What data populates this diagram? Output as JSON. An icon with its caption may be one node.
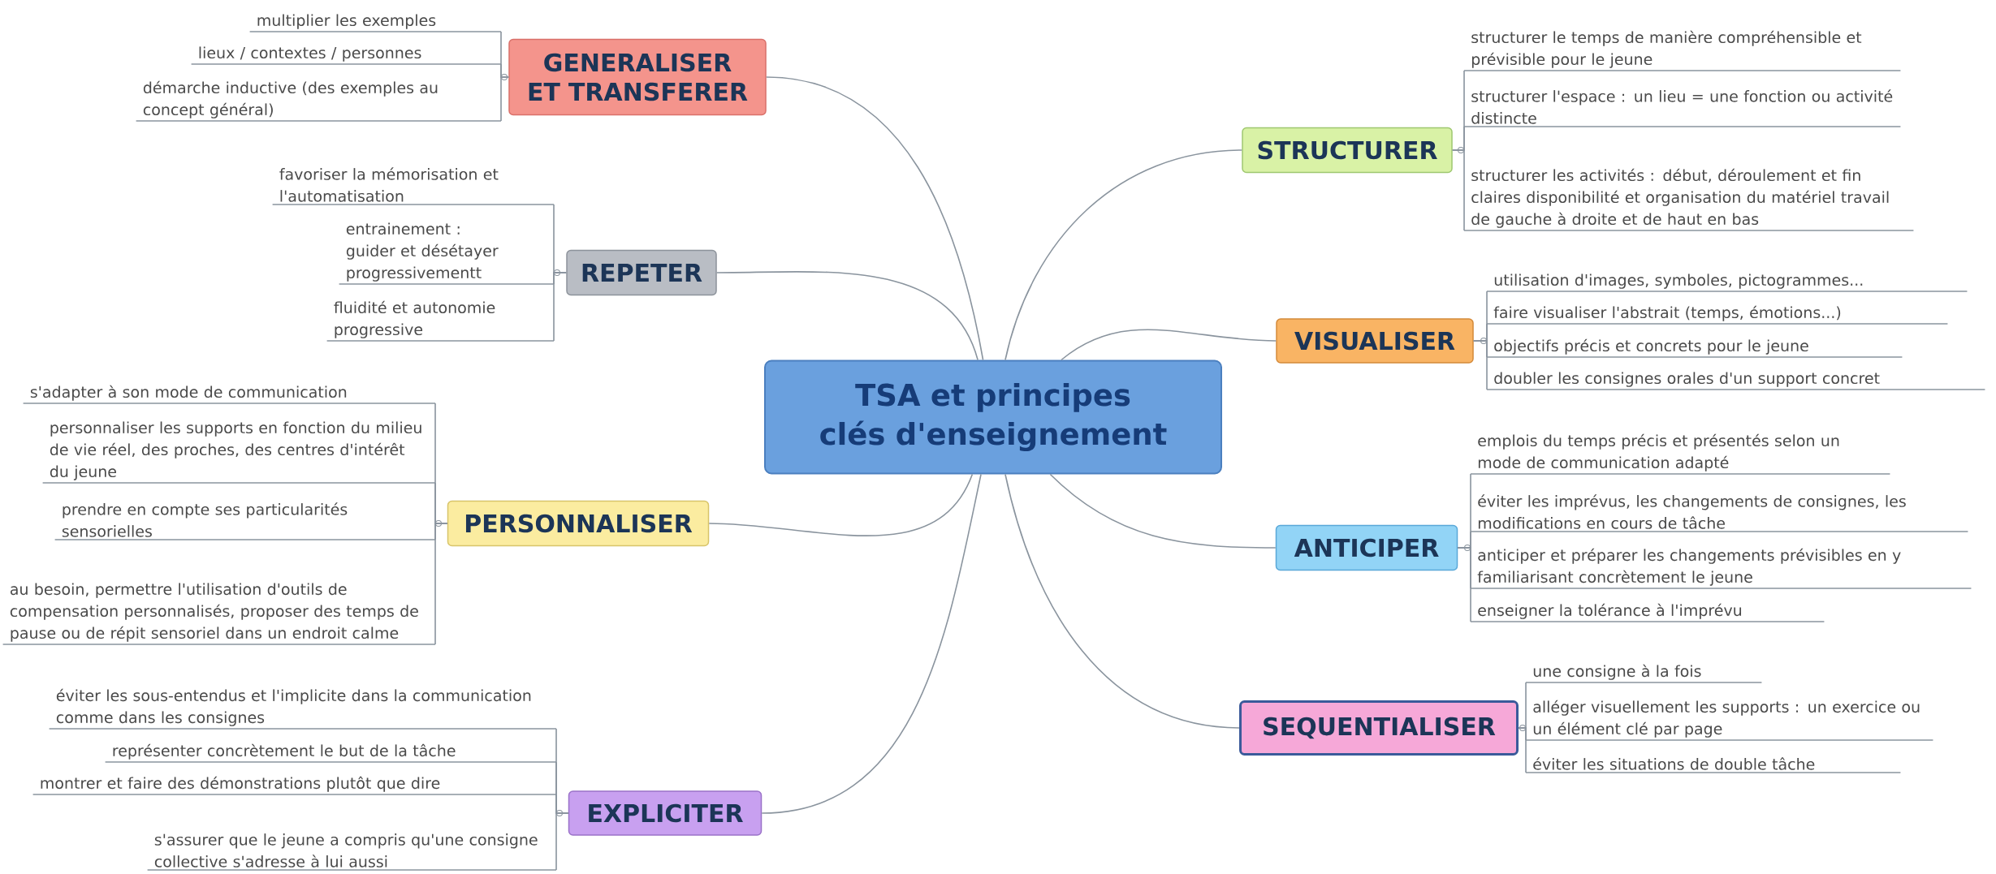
{
  "diagram": {
    "nodes": [
      {
        "text": [
          "TSA et principes clés d'enseignement"
        ]
      },
      {
        "text": [
          "GENERALISER ET TRANSFERER"
        ]
      },
      {
        "text": [
          "multiplier les exemples"
        ]
      },
      {
        "text": [
          "lieux / contextes / personnes"
        ]
      },
      {
        "text": [
          "démarche inductive (des exemples au concept général)"
        ]
      },
      {
        "text": [
          "REPETER"
        ]
      },
      {
        "text": [
          "favoriser la mémorisation et l'automatisation"
        ]
      },
      {
        "text": [
          "entrainement : guider et désétayer progressivementt"
        ]
      },
      {
        "text": [
          "fluidité et autonomie progressive"
        ]
      },
      {
        "text": [
          "PERSONNALISER"
        ]
      },
      {
        "text": [
          "s'adapter à son mode de communication"
        ]
      },
      {
        "text": [
          "personnaliser les supports en fonction du milieu de vie réel, des proches, des centres d'intérêt du jeune"
        ]
      },
      {
        "text": [
          "prendre en compte ses particularités sensorielles"
        ]
      },
      {
        "text": [
          "au besoin, permettre l'utilisation d'outils de compensation personnalisés, proposer des temps de pause ou de répit sensoriel dans un endroit calme"
        ]
      },
      {
        "text": [
          "EXPLICITER"
        ]
      },
      {
        "text": [
          "éviter les sous-entendus et l'implicite dans la communication comme dans les consignes"
        ]
      },
      {
        "text": [
          "représenter concrètement le but de la tâche"
        ]
      },
      {
        "text": [
          "montrer et faire des démonstrations plutôt que dire"
        ]
      },
      {
        "text": [
          "s'assurer que le jeune a compris qu'une consigne collective s'adresse à lui aussi"
        ]
      },
      {
        "text": [
          "STRUCTURER"
        ]
      },
      {
        "text": [
          "structurer le temps de manière compréhensible et prévisible pour le jeune"
        ]
      },
      {
        "text": [
          "structurer l'espace : un lieu = une fonction ou activité distincte"
        ]
      },
      {
        "text": [
          "structurer les activités : début, déroulement et fin claires disponibilité et organisation du matériel travail de gauche à droite et de haut en bas"
        ]
      },
      {
        "text": [
          "VISUALISER"
        ]
      },
      {
        "text": [
          "utilisation d'images, symboles, pictogrammes..."
        ]
      },
      {
        "text": [
          "faire visualiser l'abstrait (temps, émotions...)"
        ]
      },
      {
        "text": [
          "objectifs précis et concrets pour le jeune"
        ]
      },
      {
        "text": [
          "doubler les consignes orales d'un support concret"
        ]
      },
      {
        "text": [
          "ANTICIPER"
        ]
      },
      {
        "text": [
          "emplois du temps précis et présentés selon un mode de communication adapté"
        ]
      },
      {
        "text": [
          "éviter les imprévus, les changements de consignes, les modifications en cours de tâche"
        ]
      },
      {
        "text": [
          "anticiper et préparer les changements prévisibles en y familiarisant concrètement le jeune"
        ]
      },
      {
        "text": [
          "enseigner la tolérance à l'imprévu"
        ]
      },
      {
        "text": [
          "SEQUENTIALISER"
        ]
      },
      {
        "text": [
          "une consigne à la fois"
        ]
      },
      {
        "text": [
          "alléger visuellement les supports : un exercice ou un élément clé par page"
        ]
      },
      {
        "text": [
          "éviter les situations de double tâche"
        ]
      }
    ],
    "edges": [
      {
        "from": 0,
        "to": 1,
        "arrow": "none"
      },
      {
        "from": 0,
        "to": 5,
        "arrow": "none"
      },
      {
        "from": 0,
        "to": 9,
        "arrow": "none"
      },
      {
        "from": 0,
        "to": 14,
        "arrow": "none"
      },
      {
        "from": 0,
        "to": 19,
        "arrow": "none"
      },
      {
        "from": 0,
        "to": 23,
        "arrow": "none"
      },
      {
        "from": 0,
        "to": 28,
        "arrow": "none"
      },
      {
        "from": 0,
        "to": 33,
        "arrow": "none"
      },
      {
        "from": 1,
        "to": 2,
        "arrow": "none"
      },
      {
        "from": 1,
        "to": 3,
        "arrow": "none"
      },
      {
        "from": 1,
        "to": 4,
        "arrow": "none"
      },
      {
        "from": 5,
        "to": 6,
        "arrow": "none"
      },
      {
        "from": 5,
        "to": 7,
        "arrow": "none"
      },
      {
        "from": 5,
        "to": 8,
        "arrow": "none"
      },
      {
        "from": 9,
        "to": 10,
        "arrow": "none"
      },
      {
        "from": 9,
        "to": 11,
        "arrow": "none"
      },
      {
        "from": 9,
        "to": 12,
        "arrow": "none"
      },
      {
        "from": 9,
        "to": 13,
        "arrow": "none"
      },
      {
        "from": 14,
        "to": 15,
        "arrow": "none"
      },
      {
        "from": 14,
        "to": 16,
        "arrow": "none"
      },
      {
        "from": 14,
        "to": 17,
        "arrow": "none"
      },
      {
        "from": 14,
        "to": 18,
        "arrow": "none"
      },
      {
        "from": 19,
        "to": 20,
        "arrow": "none"
      },
      {
        "from": 19,
        "to": 21,
        "arrow": "none"
      },
      {
        "from": 19,
        "to": 22,
        "arrow": "none"
      },
      {
        "from": 23,
        "to": 24,
        "arrow": "none"
      },
      {
        "from": 23,
        "to": 25,
        "arrow": "none"
      },
      {
        "from": 23,
        "to": 26,
        "arrow": "none"
      },
      {
        "from": 23,
        "to": 27,
        "arrow": "none"
      },
      {
        "from": 28,
        "to": 29,
        "arrow": "none"
      },
      {
        "from": 28,
        "to": 30,
        "arrow": "none"
      },
      {
        "from": 28,
        "to": 31,
        "arrow": "none"
      },
      {
        "from": 28,
        "to": 32,
        "arrow": "none"
      },
      {
        "from": 33,
        "to": 34,
        "arrow": "none"
      },
      {
        "from": 33,
        "to": 35,
        "arrow": "none"
      },
      {
        "from": 33,
        "to": 36,
        "arrow": "none"
      }
    ]
  }
}
